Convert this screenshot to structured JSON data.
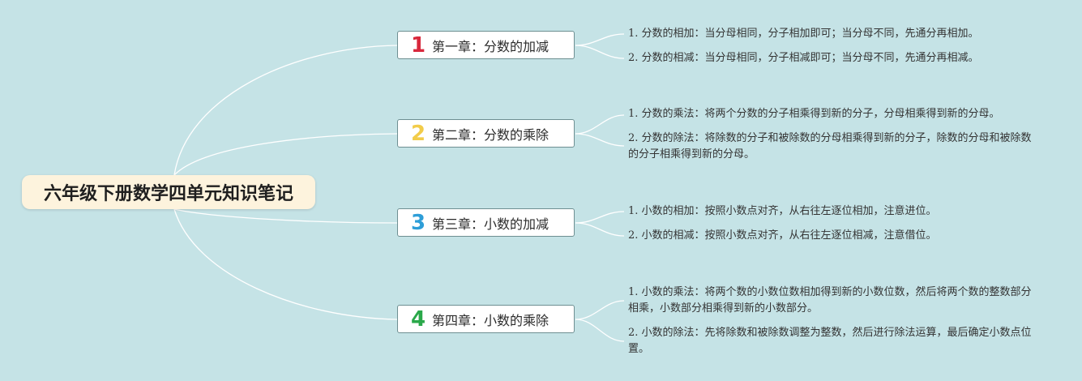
{
  "root": {
    "title": "六年级下册数学四单元知识笔记"
  },
  "chapters": [
    {
      "number": "1",
      "number_color": "#d8283c",
      "title": "第一章：分数的加减",
      "notes": [
        "1. 分数的相加：当分母相同，分子相加即可；当分母不同，先通分再相加。",
        "2. 分数的相减：当分母相同，分子相减即可；当分母不同，先通分再相减。"
      ]
    },
    {
      "number": "2",
      "number_color": "#f2cc4a",
      "title": "第二章：分数的乘除",
      "notes": [
        "1. 分数的乘法：将两个分数的分子相乘得到新的分子，分母相乘得到新的分母。",
        "2. 分数的除法：将除数的分子和被除数的分母相乘得到新的分子，除数的分母和被除数的分子相乘得到新的分母。"
      ]
    },
    {
      "number": "3",
      "number_color": "#2e9ed8",
      "title": "第三章：小数的加减",
      "notes": [
        "1. 小数的相加：按照小数点对齐，从右往左逐位相加，注意进位。",
        "2. 小数的相减：按照小数点对齐，从右往左逐位相减，注意借位。"
      ]
    },
    {
      "number": "4",
      "number_color": "#2aa84a",
      "title": "第四章：小数的乘除",
      "notes": [
        "1. 小数的乘法：将两个数的小数位数相加得到新的小数位数，然后将两个数的整数部分相乘，小数部分相乘得到新的小数部分。",
        "2. 小数的除法：先将除数和被除数调整为整数，然后进行除法运算，最后确定小数点位置。"
      ]
    }
  ]
}
